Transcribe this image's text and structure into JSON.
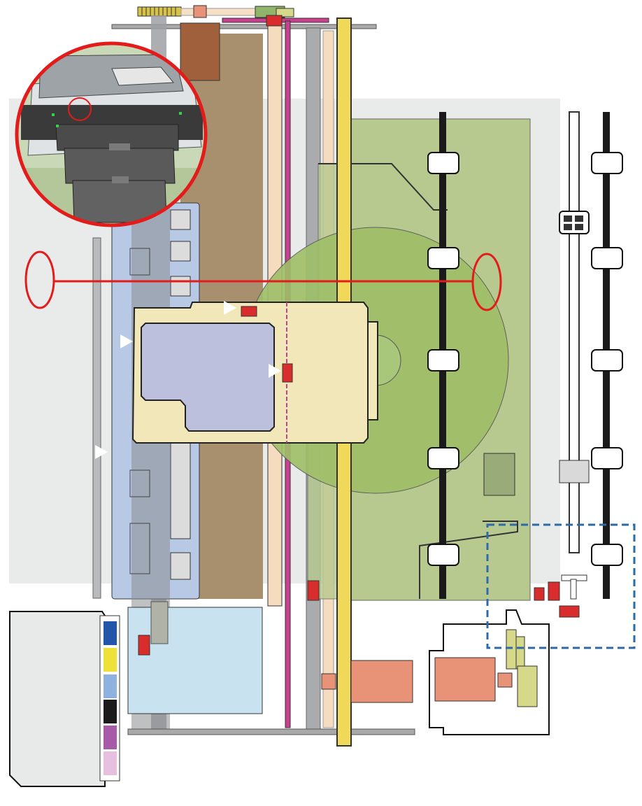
{
  "diagram": {
    "subject": "printer-mechanism-layout",
    "labels": [],
    "colors": {
      "background_panel": "#e9eaea",
      "transport_blue": "#b7c9e4",
      "carriage_cream": "#f1e7b9",
      "carriage_window": "#bcc0dc",
      "paper_path_brown": "#a8906f",
      "light_blue_tray": "#c8e3ef",
      "green_area": "#b7c98e",
      "green_disc": "#9fbf68",
      "yellow_rail": "#f0d95a",
      "magenta_rod": "#c8418f",
      "sensor_red": "#d92c2c",
      "motor_salmon": "#e89278",
      "gear_olive": "#d7d98a",
      "belt_black": "#1a1a1a",
      "dashed_blue": "#2e6aa8",
      "callout_red": "#e41b1b",
      "ink_blue": "#2356a8",
      "ink_yellow": "#eee23a",
      "ink_lightblue": "#8fb1dd",
      "ink_black": "#1b1b1b",
      "ink_purple": "#a65aa8",
      "ink_pink": "#e7bfdf"
    },
    "photo_inset": {
      "depicts": "printer-front-with-output-tray"
    },
    "ink_cartridge_colors": [
      "blue",
      "yellow",
      "light-blue",
      "black",
      "purple",
      "pink"
    ]
  }
}
